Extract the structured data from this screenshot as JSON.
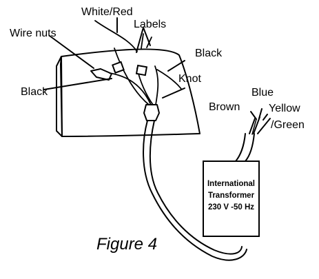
{
  "labels": {
    "white_red": "White/Red",
    "wire_nuts": "Wire nuts",
    "labels": "Labels",
    "black_right": "Black",
    "black_left": "Black",
    "knot": "Knot",
    "blue": "Blue",
    "brown": "Brown",
    "yellow": "Yellow",
    "green": "/Green"
  },
  "transformer": {
    "line1": "International",
    "line2": "Transformer",
    "line3": "230 V -50 Hz"
  },
  "figure_caption": "Figure 4"
}
